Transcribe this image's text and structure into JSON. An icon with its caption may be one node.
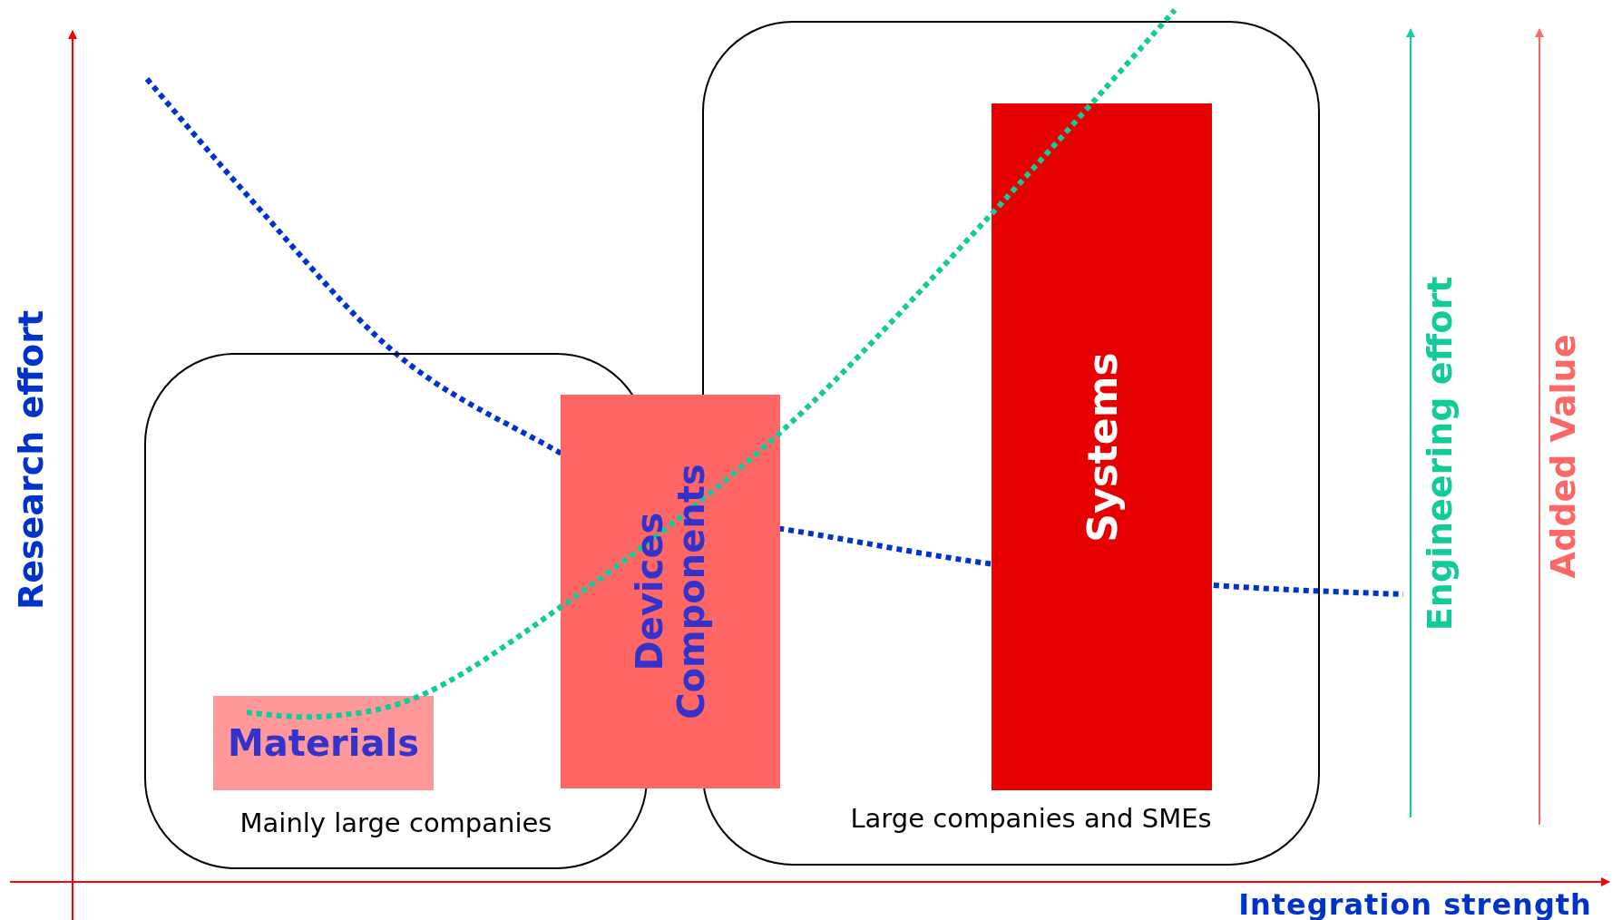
{
  "diagram": {
    "nodes": [
      {
        "text": [
          "Mainly large companies"
        ]
      },
      {
        "text": [
          "Large companies and SMEs"
        ]
      },
      {
        "text": [
          "Materials"
        ],
        "in": 0
      },
      {
        "text": [
          "Devices Components"
        ]
      },
      {
        "text": [
          "Systems"
        ],
        "in": 1
      }
    ],
    "edges": [],
    "labels": [
      "Research effort",
      "Engineering effort",
      "Added Value",
      "Integration strength"
    ]
  }
}
